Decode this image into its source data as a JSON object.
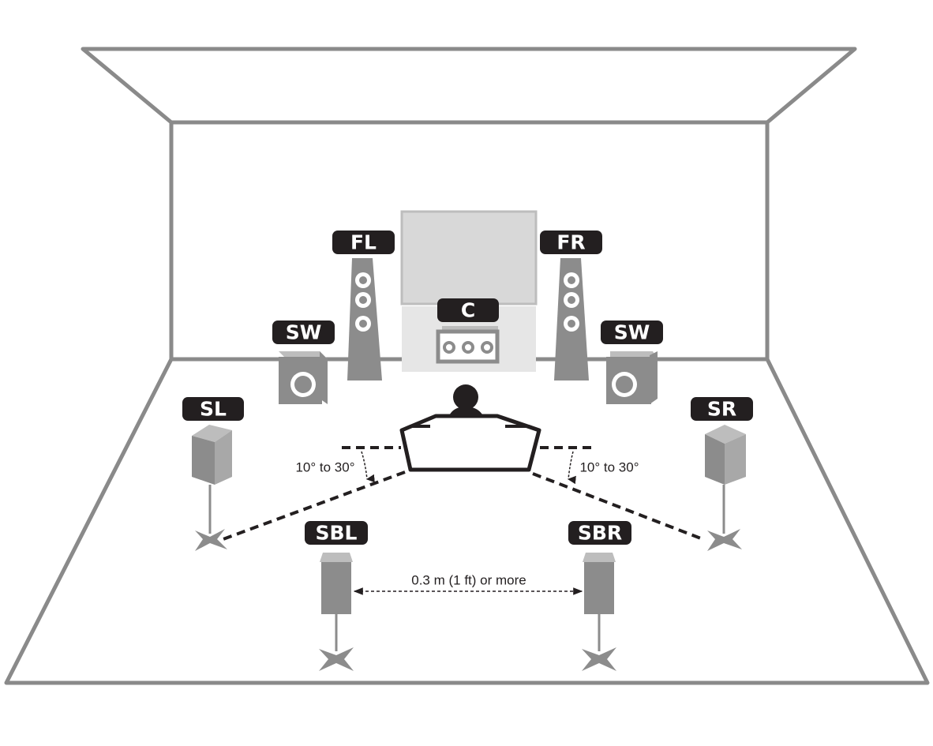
{
  "labels": {
    "fl": "FL",
    "fr": "FR",
    "c": "C",
    "sw_left": "SW",
    "sw_right": "SW",
    "sl": "SL",
    "sr": "SR",
    "sbl": "SBL",
    "sbr": "SBR"
  },
  "notes": {
    "angle_left": "10° to 30°",
    "angle_right": "10° to 30°",
    "spacing": "0.3 m (1 ft) or more"
  },
  "colors": {
    "label_bg": "#231f20",
    "room_line": "#8a8a8a",
    "speaker_fill": "#8c8c8c",
    "tv_fill": "#d8d8d8",
    "dash": "#231f20"
  }
}
